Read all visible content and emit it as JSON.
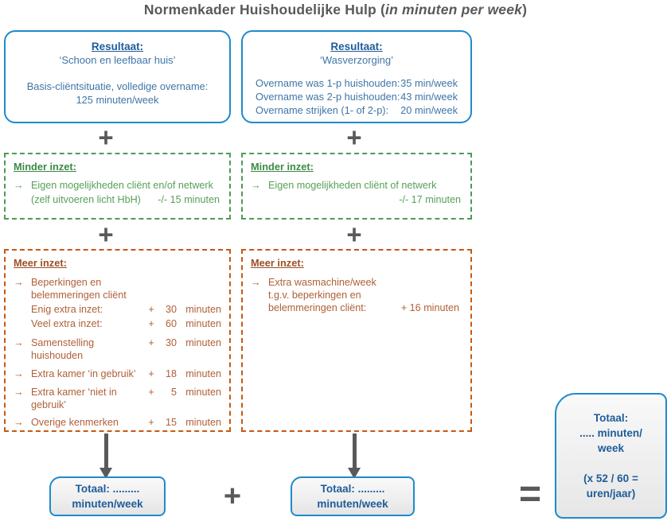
{
  "title": {
    "prefix": "Normenkader Huishoudelijke Hulp (",
    "italic": "in minuten per week",
    "suffix": ")"
  },
  "colors": {
    "blue_border": "#1E8BCB",
    "blue_heading": "#1F5C99",
    "blue_text": "#3F75A7",
    "green_border": "#4E9A57",
    "green_text": "#57A057",
    "orange_border": "#C55A11",
    "orange_text": "#B06038",
    "gray_operator": "#595959"
  },
  "glyphs": {
    "arrow": "→"
  },
  "ops": {
    "plus": "+",
    "equals": "="
  },
  "col1": {
    "result": {
      "heading": "Resultaat:",
      "subtitle": "‘Schoon en leefbaar huis’",
      "line1": "Basis-cliëntsituatie, volledige overname:",
      "line2": "125 minuten/week"
    },
    "minder": {
      "heading": "Minder inzet:",
      "line1": "Eigen mogelijkheden cliënt en/of netwerk",
      "line2_label": "(zelf uitvoeren licht HbH)",
      "value": "-/- 15 minuten"
    },
    "meer": {
      "heading": "Meer inzet:",
      "rows": [
        {
          "arrow": "→",
          "label": "Beperkingen en belemmeringen cliënt",
          "plus": "",
          "num": "",
          "unit": ""
        },
        {
          "arrow": "",
          "label": "Enig extra inzet:",
          "plus": "+",
          "num": "30",
          "unit": "minuten"
        },
        {
          "arrow": "",
          "label": "Veel extra inzet:",
          "plus": "+",
          "num": "60",
          "unit": "minuten"
        },
        {
          "arrow": "→",
          "label": "Samenstelling huishouden",
          "plus": "+",
          "num": "30",
          "unit": "minuten"
        },
        {
          "arrow": "→",
          "label": "Extra kamer ‘in gebruik’",
          "plus": "+",
          "num": "18",
          "unit": "minuten"
        },
        {
          "arrow": "→",
          "label": "Extra kamer ‘niet in gebruik’",
          "plus": "+",
          "num": "5",
          "unit": "minuten"
        },
        {
          "arrow": "→",
          "label": "Overige kenmerken",
          "plus": "+",
          "num": "15",
          "unit": "minuten"
        }
      ]
    },
    "totaal": {
      "line1": "Totaal:  .........",
      "line2": "minuten/week"
    }
  },
  "col2": {
    "result": {
      "heading": "Resultaat:",
      "subtitle": "‘Wasverzorging’",
      "rows": [
        {
          "label": "Overname was 1-p huishouden:",
          "value": "35 min/week"
        },
        {
          "label": "Overname was 2-p huishouden:",
          "value": "43 min/week"
        },
        {
          "label": "Overname strijken (1- of 2-p):",
          "value": "20 min/week"
        }
      ]
    },
    "minder": {
      "heading": "Minder inzet:",
      "line1": "Eigen mogelijkheden cliënt of netwerk",
      "value": "-/- 17 minuten"
    },
    "meer": {
      "heading": "Meer inzet:",
      "line1": "Extra wasmachine/week",
      "line2": "t.g.v. beperkingen en",
      "line3": "belemmeringen cliënt:",
      "value": "+ 16 minuten"
    },
    "totaal": {
      "line1": "Totaal:  .........",
      "line2": "minuten/week"
    }
  },
  "final_box": {
    "line1": "Totaal:",
    "line2": "..... minuten/",
    "line3": "week",
    "line4": "(x 52 / 60 =",
    "line5": "uren/jaar)"
  }
}
